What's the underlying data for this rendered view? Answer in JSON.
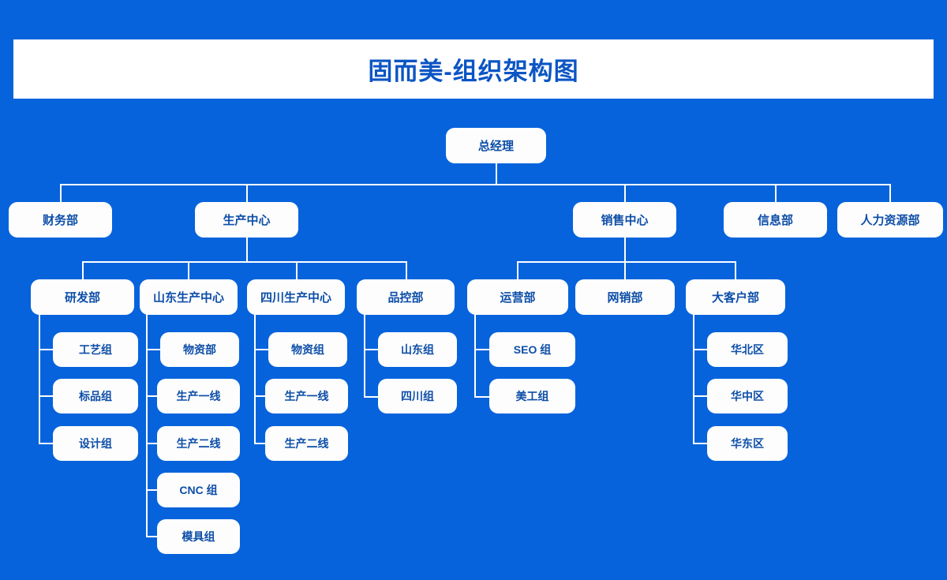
{
  "page": {
    "title": "固而美-组织架构图",
    "background_color": "#0663dc",
    "node_fill": "#fdfdfd",
    "node_text_color": "#0d4ea8",
    "line_color": "#ffffff"
  },
  "chart_data": {
    "type": "diagram",
    "diagram_type": "organization-chart",
    "title": "固而美-组织架构图",
    "orientation": "top-down",
    "root": "总经理",
    "nodes": [
      {
        "id": "gm",
        "label": "总经理",
        "level": 0,
        "parent": null
      },
      {
        "id": "finance",
        "label": "财务部",
        "level": 1,
        "parent": "gm"
      },
      {
        "id": "prod",
        "label": "生产中心",
        "level": 1,
        "parent": "gm"
      },
      {
        "id": "sales",
        "label": "销售中心",
        "level": 1,
        "parent": "gm"
      },
      {
        "id": "info",
        "label": "信息部",
        "level": 1,
        "parent": "gm"
      },
      {
        "id": "hr",
        "label": "人力资源部",
        "level": 1,
        "parent": "gm"
      },
      {
        "id": "rd",
        "label": "研发部",
        "level": 2,
        "parent": "prod"
      },
      {
        "id": "sd",
        "label": "山东生产中心",
        "level": 2,
        "parent": "prod"
      },
      {
        "id": "sc",
        "label": "四川生产中心",
        "level": 2,
        "parent": "prod"
      },
      {
        "id": "qc",
        "label": "品控部",
        "level": 2,
        "parent": "prod"
      },
      {
        "id": "ops",
        "label": "运营部",
        "level": 2,
        "parent": "sales"
      },
      {
        "id": "online",
        "label": "网销部",
        "level": 2,
        "parent": "sales"
      },
      {
        "id": "keyacct",
        "label": "大客户部",
        "level": 2,
        "parent": "sales"
      },
      {
        "id": "rd1",
        "label": "工艺组",
        "level": 3,
        "parent": "rd"
      },
      {
        "id": "rd2",
        "label": "标品组",
        "level": 3,
        "parent": "rd"
      },
      {
        "id": "rd3",
        "label": "设计组",
        "level": 3,
        "parent": "rd"
      },
      {
        "id": "sd1",
        "label": "物资部",
        "level": 3,
        "parent": "sd"
      },
      {
        "id": "sd2",
        "label": "生产一线",
        "level": 3,
        "parent": "sd"
      },
      {
        "id": "sd3",
        "label": "生产二线",
        "level": 3,
        "parent": "sd"
      },
      {
        "id": "sd4",
        "label": "CNC 组",
        "level": 3,
        "parent": "sd"
      },
      {
        "id": "sd5",
        "label": "模具组",
        "level": 3,
        "parent": "sd"
      },
      {
        "id": "sc1",
        "label": "物资组",
        "level": 3,
        "parent": "sc"
      },
      {
        "id": "sc2",
        "label": "生产一线",
        "level": 3,
        "parent": "sc"
      },
      {
        "id": "sc3",
        "label": "生产二线",
        "level": 3,
        "parent": "sc"
      },
      {
        "id": "qc1",
        "label": "山东组",
        "level": 3,
        "parent": "qc"
      },
      {
        "id": "qc2",
        "label": "四川组",
        "level": 3,
        "parent": "qc"
      },
      {
        "id": "ops1",
        "label": "SEO 组",
        "level": 3,
        "parent": "ops"
      },
      {
        "id": "ops2",
        "label": "美工组",
        "level": 3,
        "parent": "ops"
      },
      {
        "id": "ka1",
        "label": "华北区",
        "level": 3,
        "parent": "keyacct"
      },
      {
        "id": "ka2",
        "label": "华中区",
        "level": 3,
        "parent": "keyacct"
      },
      {
        "id": "ka3",
        "label": "华东区",
        "level": 3,
        "parent": "keyacct"
      }
    ]
  }
}
